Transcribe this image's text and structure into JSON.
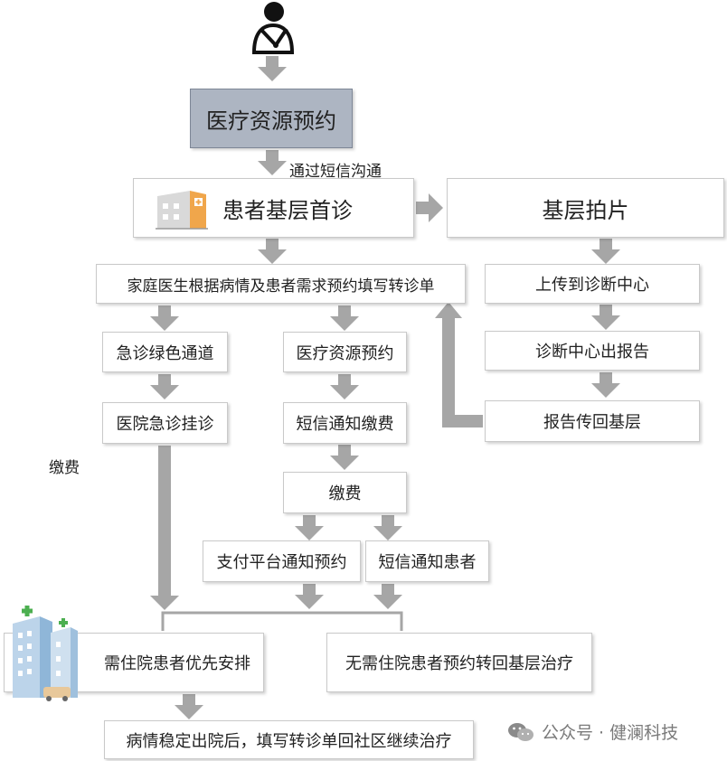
{
  "nodes": {
    "appointment_top": "医疗资源预约",
    "primary_visit": "患者基层首诊",
    "primary_xray": "基层拍片",
    "referral_form": "家庭医生根据病情及患者需求预约填写转诊单",
    "upload_center": "上传到诊断中心",
    "center_report": "诊断中心出报告",
    "report_return": "报告传回基层",
    "emergency_channel": "急诊绿色通道",
    "appointment_mid": "医疗资源预约",
    "hospital_emergency": "医院急诊挂诊",
    "sms_payment": "短信通知缴费",
    "payment": "缴费",
    "pay_platform": "支付平台通知预约",
    "sms_patient": "短信通知患者",
    "inpatient": "需住院患者优先安排",
    "no_inpatient": "无需住院患者预约转回基层治疗",
    "discharge": "病情稳定出院后，填写转诊单回社区继续治疗"
  },
  "labels": {
    "sms_comm": "通过短信沟通",
    "payment_side": "缴费"
  },
  "watermark": {
    "text": "公众号 · 健澜科技",
    "icon": "wechat-icon"
  },
  "icons": {
    "doctor": "doctor-icon",
    "clinic": "clinic-building-icon",
    "hospital": "hospital-building-icon"
  },
  "colors": {
    "arrow": "#a6a6a6",
    "border": "#c9c9c9",
    "highlight_box": "#adb5c2",
    "clinic_orange": "#f0a64b",
    "hospital_blue": "#8fb6d8",
    "cross_green": "#4caf50"
  }
}
